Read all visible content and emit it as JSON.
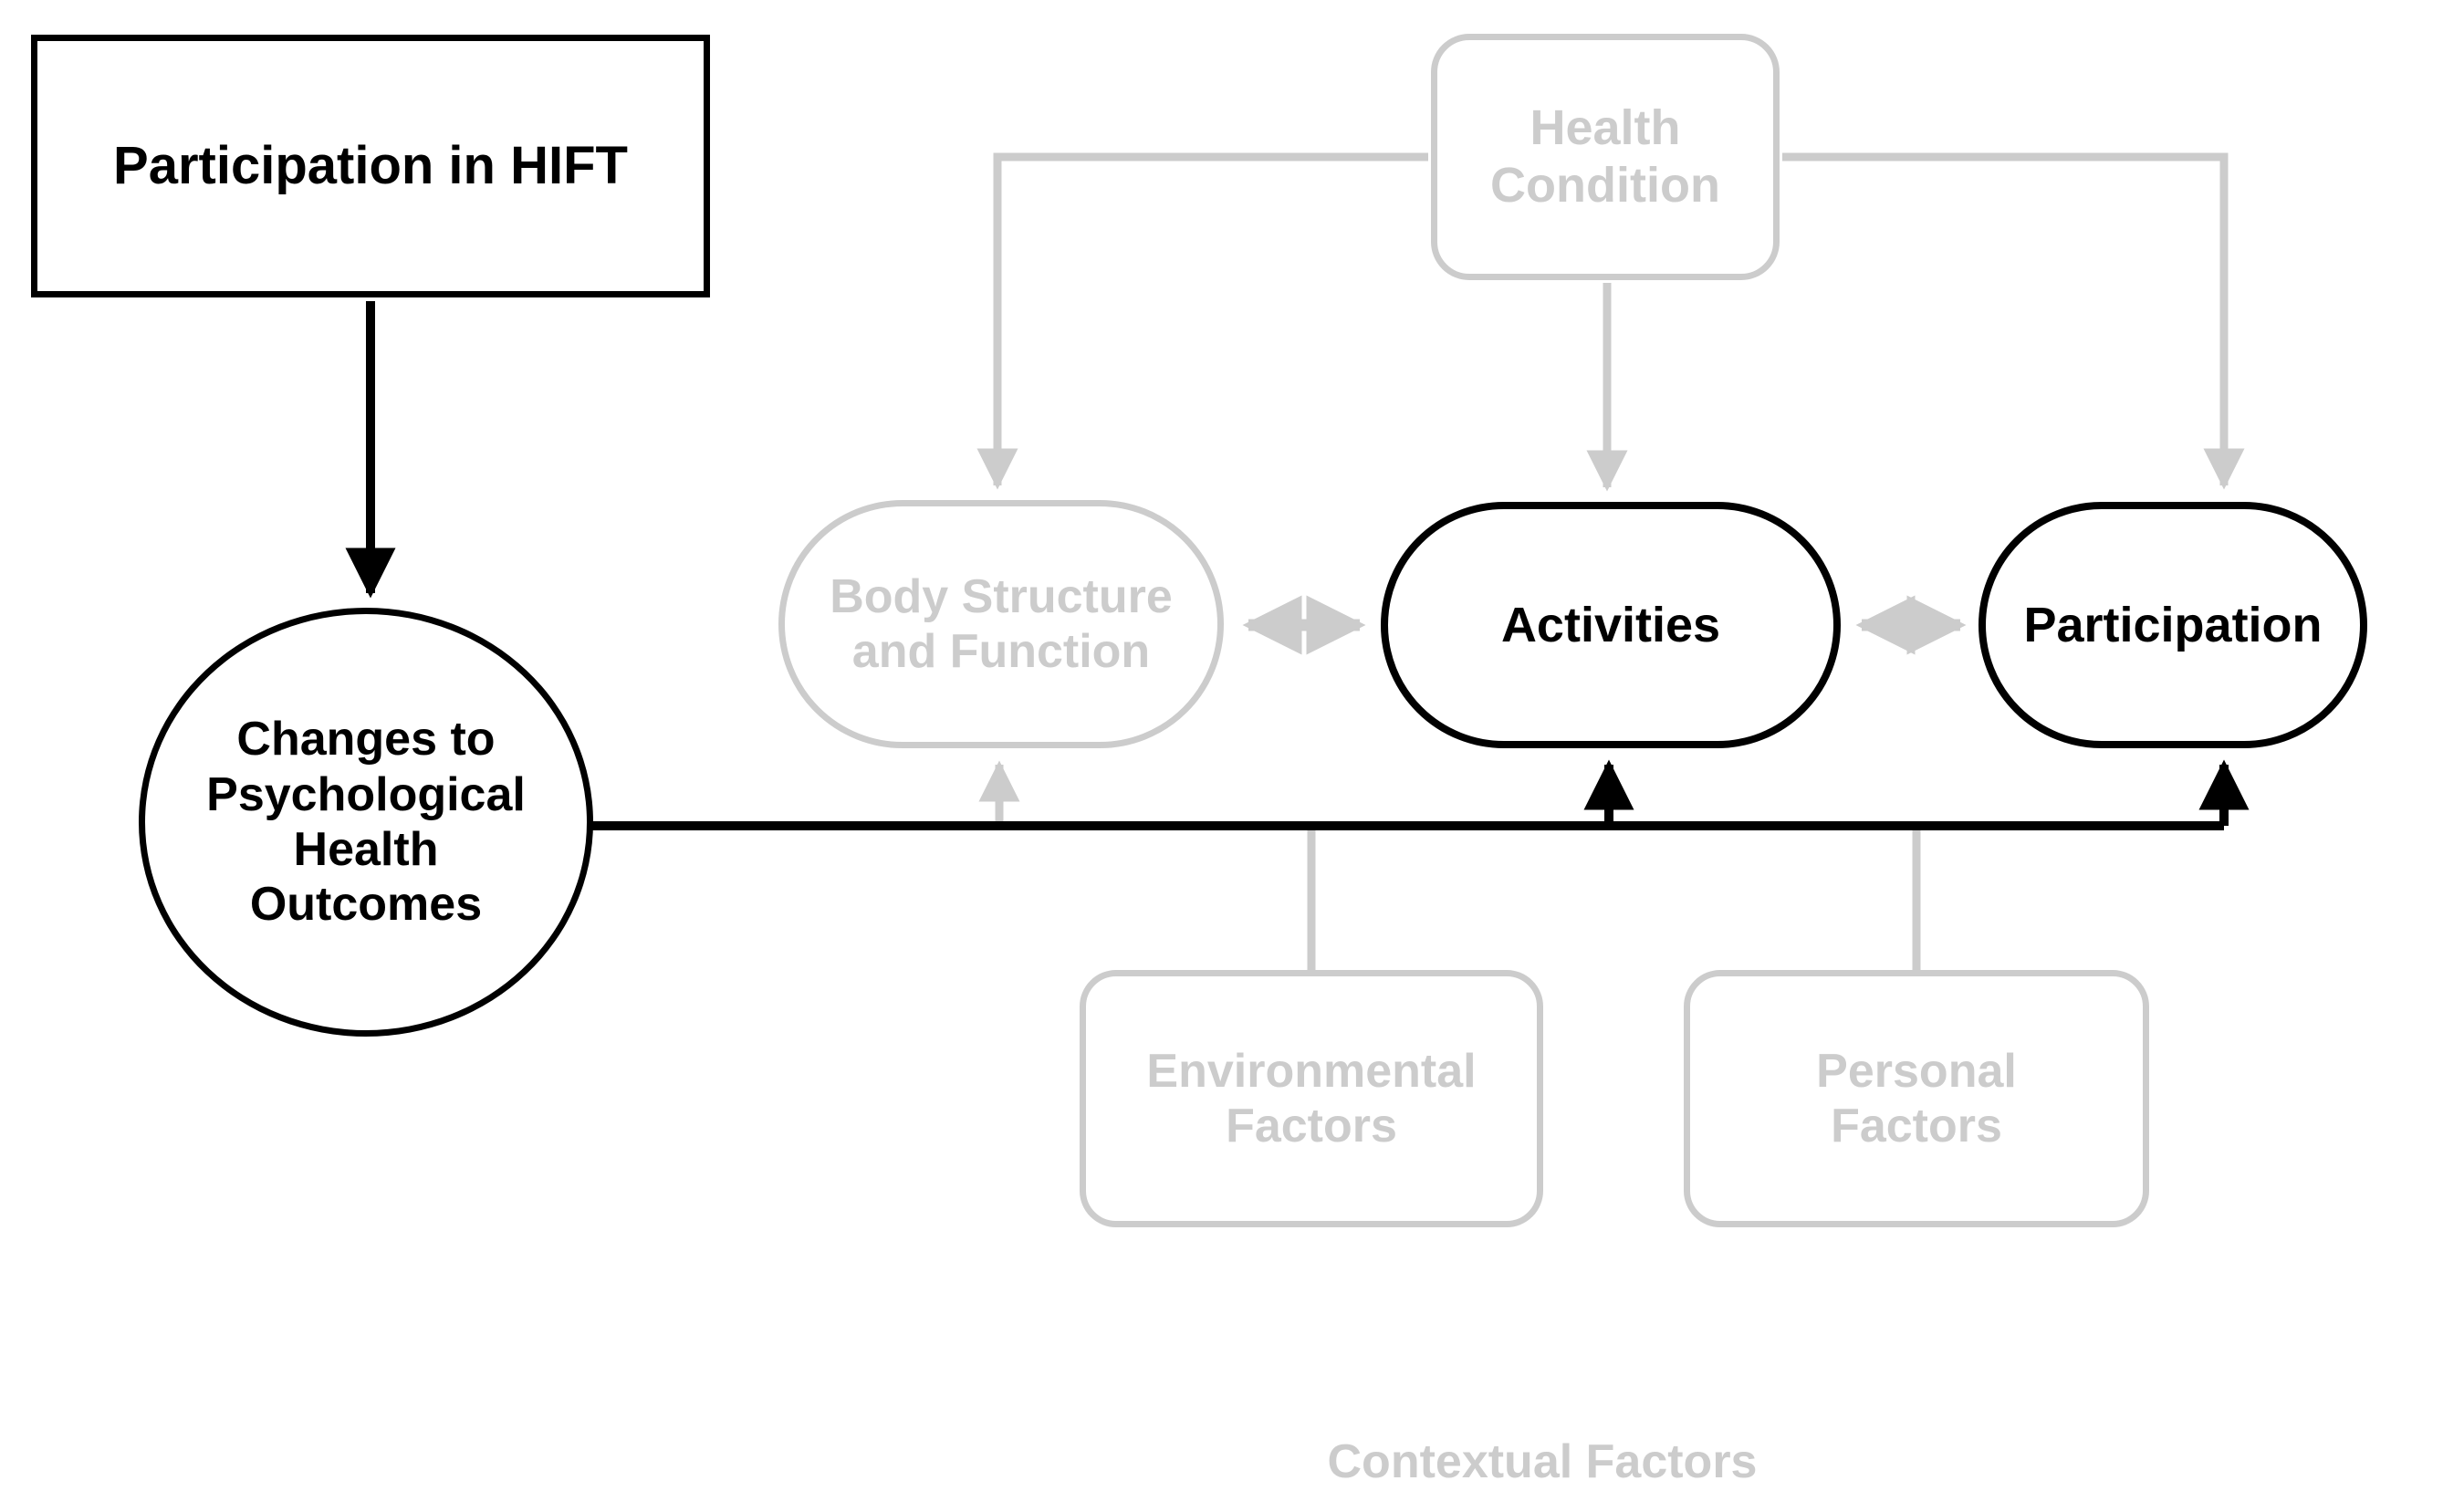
{
  "diagram": {
    "title": "Conceptual model linking HIFT participation to ICF framework",
    "colors": {
      "primary_stroke": "#000000",
      "muted_stroke": "#cccccc",
      "background": "#ffffff"
    },
    "nodes": {
      "hift": {
        "label": "Participation in HIFT",
        "shape": "rectangle",
        "emphasis": "primary"
      },
      "outcomes": {
        "label": "Changes to\nPsychological\nHealth\nOutcomes",
        "shape": "circle",
        "emphasis": "primary"
      },
      "health_condition": {
        "label": "Health\nCondition",
        "shape": "rounded-rectangle",
        "emphasis": "muted"
      },
      "body_structure": {
        "label": "Body Structure\nand Function",
        "shape": "pill",
        "emphasis": "muted"
      },
      "activities": {
        "label": "Activities",
        "shape": "pill",
        "emphasis": "primary"
      },
      "participation": {
        "label": "Participation",
        "shape": "pill",
        "emphasis": "primary"
      },
      "environmental_factors": {
        "label": "Environmental\nFactors",
        "shape": "rounded-rectangle",
        "emphasis": "muted"
      },
      "personal_factors": {
        "label": "Personal\nFactors",
        "shape": "rounded-rectangle",
        "emphasis": "muted"
      }
    },
    "caption": {
      "label": "Contextual Factors"
    },
    "edges": [
      {
        "name": "hift-to-outcomes",
        "from": "hift",
        "to": "outcomes",
        "arrow": "single",
        "emphasis": "primary"
      },
      {
        "name": "health-to-body-structure",
        "from": "health_condition",
        "to": "body_structure",
        "arrow": "single",
        "emphasis": "muted"
      },
      {
        "name": "health-to-activities",
        "from": "health_condition",
        "to": "activities",
        "arrow": "single",
        "emphasis": "muted"
      },
      {
        "name": "health-to-participation",
        "from": "health_condition",
        "to": "participation",
        "arrow": "single",
        "emphasis": "muted"
      },
      {
        "name": "body-structure-activities",
        "from": "body_structure",
        "to": "activities",
        "arrow": "double",
        "emphasis": "muted"
      },
      {
        "name": "activities-participation",
        "from": "activities",
        "to": "participation",
        "arrow": "double",
        "emphasis": "muted"
      },
      {
        "name": "environmental-to-body-structure",
        "from": "environmental_factors",
        "to": "body_structure",
        "arrow": "single",
        "emphasis": "muted"
      },
      {
        "name": "environmental-to-activities",
        "from": "environmental_factors",
        "to": "activities",
        "arrow": "none",
        "emphasis": "muted"
      },
      {
        "name": "personal-to-participation",
        "from": "personal_factors",
        "to": "participation",
        "arrow": "none",
        "emphasis": "muted"
      },
      {
        "name": "outcomes-to-activities",
        "from": "outcomes",
        "to": "activities",
        "arrow": "single",
        "emphasis": "primary"
      },
      {
        "name": "outcomes-to-participation",
        "from": "outcomes",
        "to": "participation",
        "arrow": "single",
        "emphasis": "primary"
      }
    ]
  }
}
